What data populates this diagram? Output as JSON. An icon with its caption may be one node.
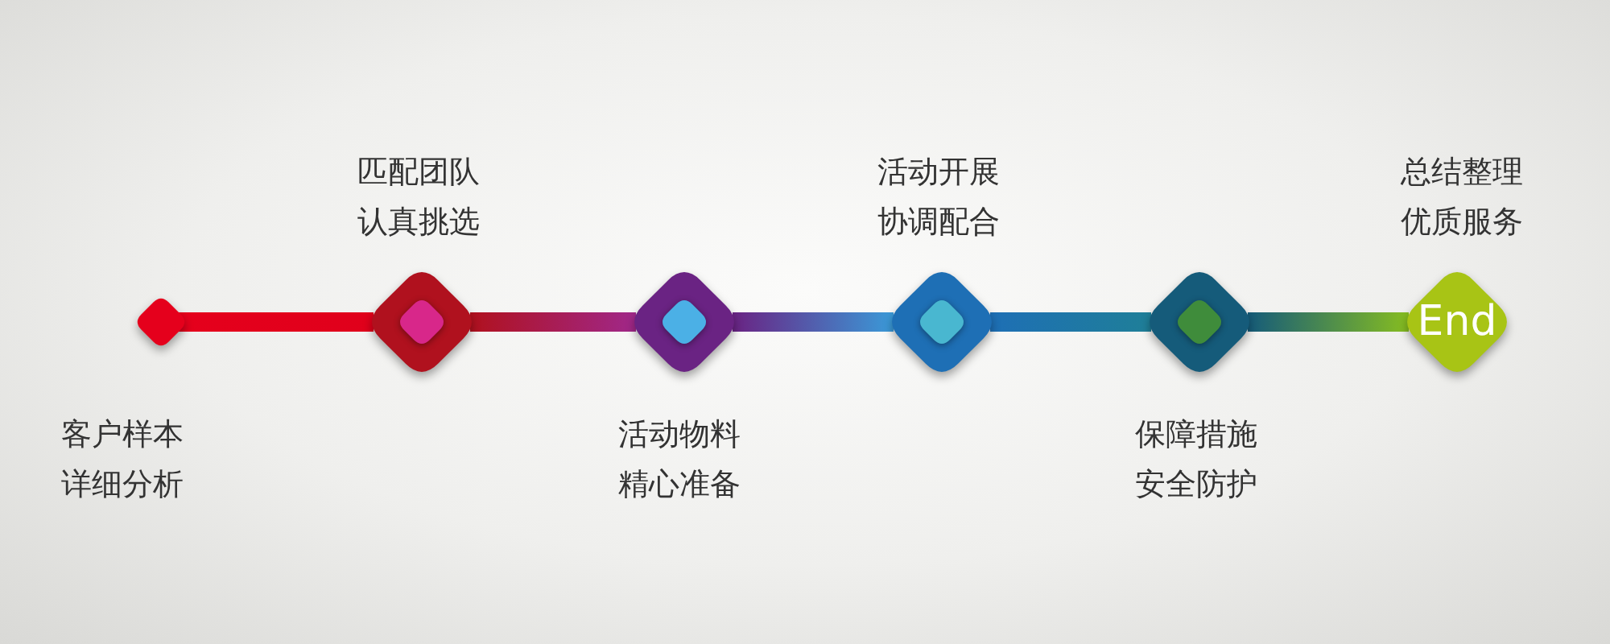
{
  "diagram": {
    "nodes": [
      {
        "text": [],
        "shape": "diamond",
        "beside": [
          "客户样本详细分析"
        ]
      },
      {
        "text": [],
        "shape": "diamond",
        "beside": [
          "匹配团队认真挑选"
        ]
      },
      {
        "text": [],
        "shape": "diamond",
        "beside": [
          "活动物料精心准备"
        ]
      },
      {
        "text": [],
        "shape": "diamond",
        "beside": [
          "活动开展协调配合"
        ]
      },
      {
        "text": [],
        "shape": "diamond",
        "beside": [
          "保障措施安全防护"
        ]
      },
      {
        "text": [
          "End"
        ],
        "beside": [
          "总结整理优质服务"
        ]
      }
    ],
    "edges": [
      {
        "from": 0,
        "to": 1,
        "arrow": "none",
        "color": "#e0001b"
      },
      {
        "from": 1,
        "to": 2,
        "arrow": "none",
        "color": "#a0288a"
      },
      {
        "from": 2,
        "to": 3,
        "arrow": "none",
        "color": "#3a9ad8"
      },
      {
        "from": 3,
        "to": 4,
        "arrow": "none",
        "color": "#1f7f98"
      },
      {
        "from": 4,
        "to": 5,
        "arrow": "none",
        "color": "#86bd20"
      }
    ]
  }
}
